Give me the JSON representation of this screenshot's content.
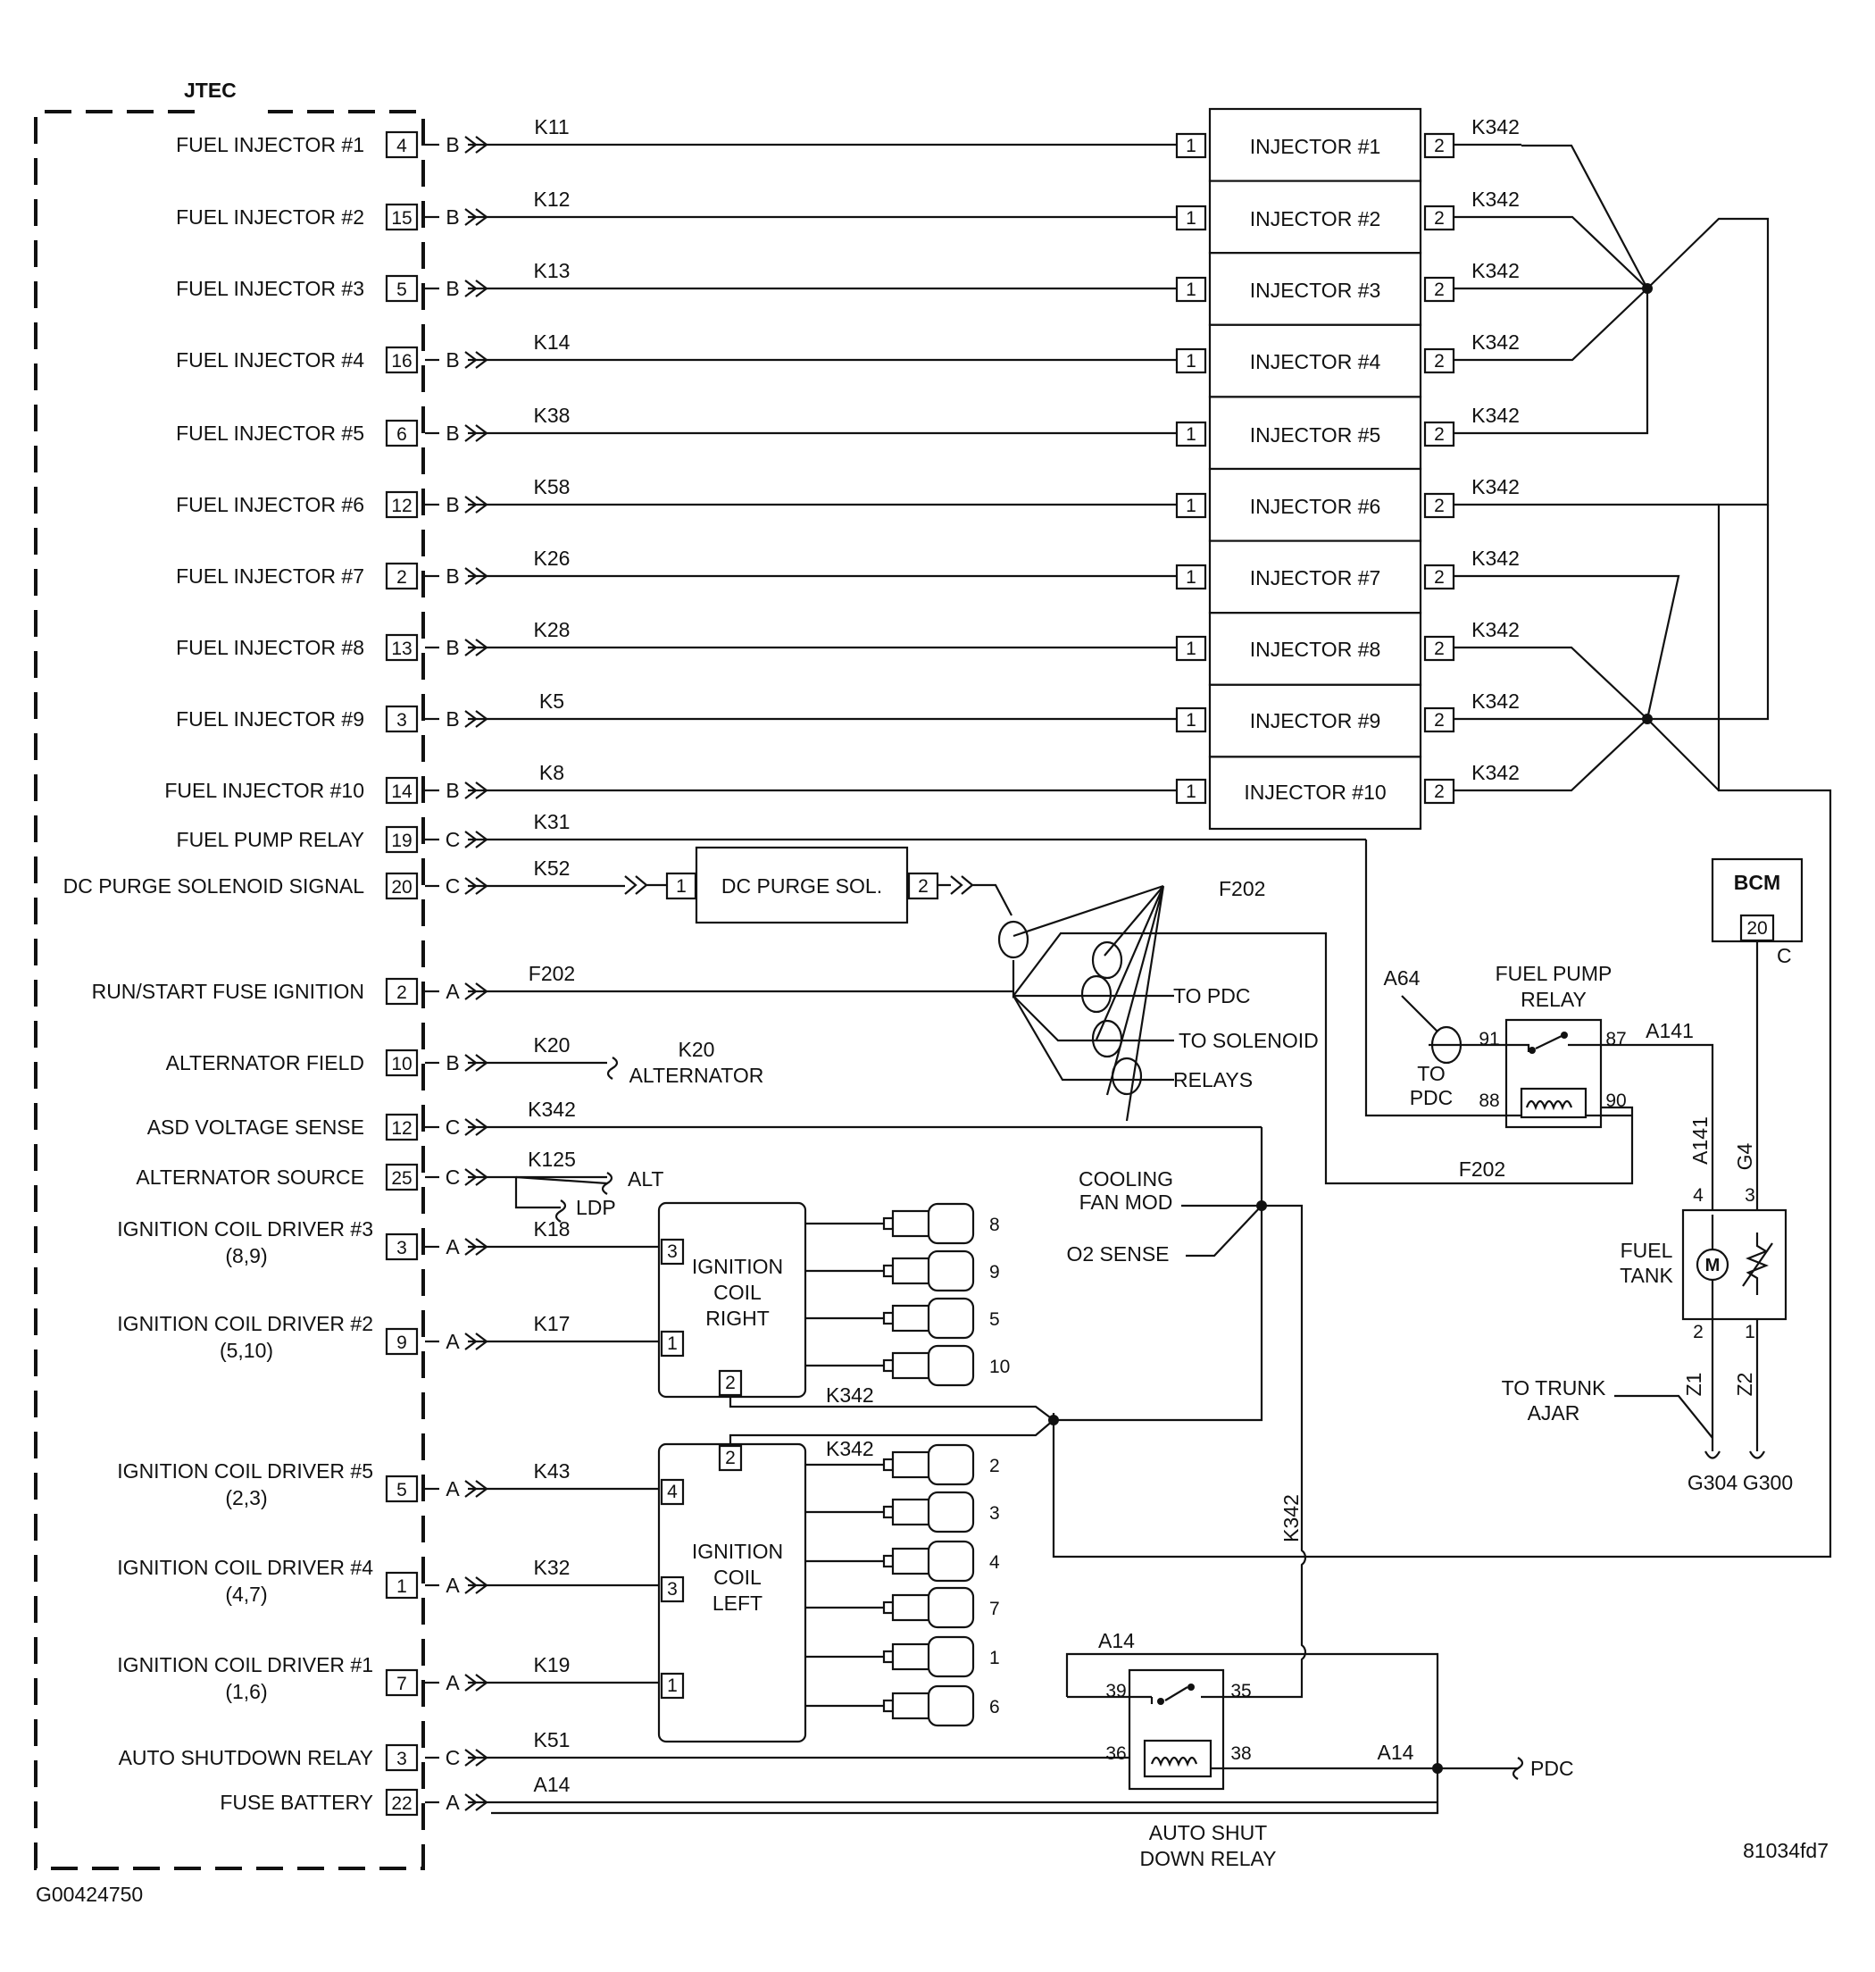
{
  "jtec": {
    "title": "JTEC",
    "rows": [
      {
        "label": "FUEL INJECTOR #1",
        "sub": "",
        "pin": "4",
        "conn": "B",
        "wire": "K11"
      },
      {
        "label": "FUEL INJECTOR #2",
        "sub": "",
        "pin": "15",
        "conn": "B",
        "wire": "K12"
      },
      {
        "label": "FUEL INJECTOR #3",
        "sub": "",
        "pin": "5",
        "conn": "B",
        "wire": "K13"
      },
      {
        "label": "FUEL INJECTOR #4",
        "sub": "",
        "pin": "16",
        "conn": "B",
        "wire": "K14"
      },
      {
        "label": "FUEL INJECTOR #5",
        "sub": "",
        "pin": "6",
        "conn": "B",
        "wire": "K38"
      },
      {
        "label": "FUEL INJECTOR #6",
        "sub": "",
        "pin": "12",
        "conn": "B",
        "wire": "K58"
      },
      {
        "label": "FUEL INJECTOR #7",
        "sub": "",
        "pin": "2",
        "conn": "B",
        "wire": "K26"
      },
      {
        "label": "FUEL INJECTOR #8",
        "sub": "",
        "pin": "13",
        "conn": "B",
        "wire": "K28"
      },
      {
        "label": "FUEL INJECTOR #9",
        "sub": "",
        "pin": "3",
        "conn": "B",
        "wire": "K5"
      },
      {
        "label": "FUEL INJECTOR #10",
        "sub": "",
        "pin": "14",
        "conn": "B",
        "wire": "K8"
      },
      {
        "label": "FUEL PUMP RELAY",
        "sub": "",
        "pin": "19",
        "conn": "C",
        "wire": "K31"
      },
      {
        "label": "DC PURGE SOLENOID SIGNAL",
        "sub": "",
        "pin": "20",
        "conn": "C",
        "wire": "K52"
      },
      {
        "label": "RUN/START FUSE IGNITION",
        "sub": "",
        "pin": "2",
        "conn": "A",
        "wire": "F202"
      },
      {
        "label": "ALTERNATOR FIELD",
        "sub": "",
        "pin": "10",
        "conn": "B",
        "wire": "K20"
      },
      {
        "label": "ASD VOLTAGE SENSE",
        "sub": "",
        "pin": "12",
        "conn": "C",
        "wire": "K342"
      },
      {
        "label": "ALTERNATOR SOURCE",
        "sub": "",
        "pin": "25",
        "conn": "C",
        "wire": "K125"
      },
      {
        "label": "IGNITION COIL DRIVER #3",
        "sub": "(8,9)",
        "pin": "3",
        "conn": "A",
        "wire": "K18"
      },
      {
        "label": "IGNITION COIL DRIVER #2",
        "sub": "(5,10)",
        "pin": "9",
        "conn": "A",
        "wire": "K17"
      },
      {
        "label": "IGNITION COIL DRIVER #5",
        "sub": "(2,3)",
        "pin": "5",
        "conn": "A",
        "wire": "K43"
      },
      {
        "label": "IGNITION COIL DRIVER #4",
        "sub": "(4,7)",
        "pin": "1",
        "conn": "A",
        "wire": "K32"
      },
      {
        "label": "IGNITION COIL DRIVER #1",
        "sub": "(1,6)",
        "pin": "7",
        "conn": "A",
        "wire": "K19"
      },
      {
        "label": "AUTO SHUTDOWN RELAY",
        "sub": "",
        "pin": "3",
        "conn": "C",
        "wire": "K51"
      },
      {
        "label": "FUSE BATTERY",
        "sub": "",
        "pin": "22",
        "conn": "A",
        "wire": "A14"
      }
    ]
  },
  "injectors": {
    "pin_in": "1",
    "pin_out": "2",
    "return_wire": "K342",
    "labels": [
      "INJECTOR #1",
      "INJECTOR #2",
      "INJECTOR #3",
      "INJECTOR #4",
      "INJECTOR #5",
      "INJECTOR #6",
      "INJECTOR #7",
      "INJECTOR #8",
      "INJECTOR #9",
      "INJECTOR #10"
    ]
  },
  "purge": {
    "label": "DC PURGE SOL.",
    "pin_in": "1",
    "pin_out": "2",
    "splice": "F202",
    "to_pdc": "TO PDC",
    "to_solenoid": "TO SOLENOID",
    "relays": "RELAYS"
  },
  "alternator": {
    "wire": "K20",
    "label": "ALTERNATOR",
    "alt": "ALT",
    "ldp": "LDP"
  },
  "coil_right": {
    "label_lines": [
      "IGNITION",
      "COIL",
      "RIGHT"
    ],
    "pins": [
      "3",
      "1",
      "2"
    ],
    "outputs": [
      "8",
      "9",
      "5",
      "10"
    ],
    "wire": "K342"
  },
  "coil_left": {
    "label_lines": [
      "IGNITION",
      "COIL",
      "LEFT"
    ],
    "pins": [
      "2",
      "4",
      "3",
      "1"
    ],
    "outputs": [
      "2",
      "3",
      "4",
      "7",
      "1",
      "6"
    ],
    "wire": "K342"
  },
  "cooling": {
    "fan_line1": "COOLING",
    "fan_line2": "FAN MOD",
    "o2": "O2 SENSE",
    "vertical_wire": "K342"
  },
  "fuel_pump_relay": {
    "title_line1": "FUEL PUMP",
    "title_line2": "RELAY",
    "pins": {
      "p91": "91",
      "p87": "87",
      "p88": "88",
      "p90": "90"
    },
    "a64": "A64",
    "to": "TO",
    "pdc": "PDC",
    "a141": "A141",
    "f202": "F202"
  },
  "bcm": {
    "label": "BCM",
    "pin": "20",
    "conn": "C",
    "wire": "G4"
  },
  "fuel_tank": {
    "line1": "FUEL",
    "line2": "TANK",
    "motor": "M",
    "pins": {
      "p4": "4",
      "p3": "3",
      "p2": "2",
      "p1": "1"
    },
    "wires": {
      "a141": "A141",
      "g4": "G4",
      "z1": "Z1",
      "z2": "Z2"
    },
    "trunk1": "TO TRUNK",
    "trunk2": "AJAR",
    "grounds": [
      "G304",
      "G300"
    ]
  },
  "asd_relay": {
    "wire_top": "A14",
    "pins": {
      "p39": "39",
      "p35": "35",
      "p36": "36",
      "p38": "38"
    },
    "wire_right": "A14",
    "pdc": "PDC",
    "label_line1": "AUTO SHUT",
    "label_line2": "DOWN RELAY"
  },
  "footer": {
    "left_code": "G00424750",
    "right_code": "81034fd7"
  }
}
